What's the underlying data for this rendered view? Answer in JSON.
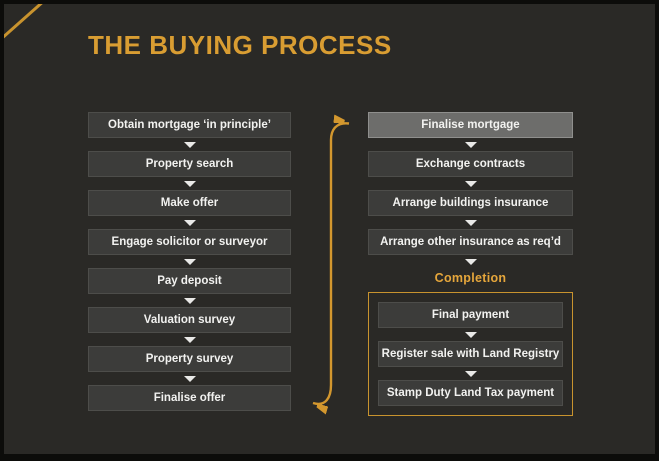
{
  "title": "THE BUYING PROCESS",
  "colors": {
    "background": "#2a2926",
    "frame": "#0c0c0a",
    "accent_orange": "#d3972e",
    "title_orange": "#d99d32",
    "completion_orange": "#e5a63b",
    "box_dark": "#3c3c3a",
    "box_highlight": "#6d6d6b",
    "text_light": "#f2f2f0"
  },
  "left_steps": [
    "Obtain mortgage ‘in principle’",
    "Property search",
    "Make offer",
    "Engage solicitor or surveyor",
    "Pay deposit",
    "Valuation survey",
    "Property survey",
    "Finalise offer"
  ],
  "right_steps": [
    "Finalise mortgage",
    "Exchange contracts",
    "Arrange buildings insurance",
    "Arrange other insurance as req’d"
  ],
  "completion": {
    "label": "Completion",
    "steps": [
      "Final payment",
      "Register sale with Land Registry",
      "Stamp Duty Land Tax payment"
    ]
  },
  "icons": {
    "down_arrow": "down-arrow-icon",
    "flow_connector": "flow-connector-arrow",
    "corner_accent": "corner-accent-line"
  }
}
